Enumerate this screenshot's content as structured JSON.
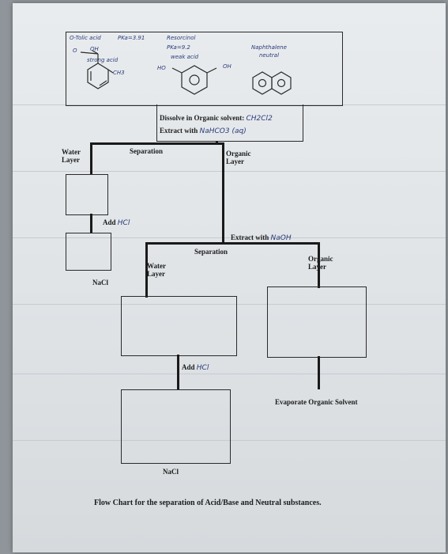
{
  "compounds": {
    "acid1_name": "O-Tolic acid",
    "acid1_pka": "PKa=3.91",
    "acid1_note": "strong acid",
    "acid1_oh": "OH",
    "acid1_o": "O",
    "acid1_ch3": "CH3",
    "acid2_name": "Resorcinol",
    "acid2_pka": "PKa=9.2",
    "acid2_note": "weak acid",
    "acid2_ho": "HO",
    "acid2_oh": "OH",
    "neutral_name": "Naphthalene",
    "neutral_note": "neutral"
  },
  "flow": {
    "dissolve_label": "Dissolve in Organic solvent:",
    "dissolve_solvent": "CH2Cl2",
    "extract1_label": "Extract with",
    "extract1_reagent": "NaHCO3 (aq)",
    "separation1": "Separation",
    "water_layer1": "Water Layer",
    "organic_layer1": "Organic Layer",
    "add1_label": "Add",
    "add1_reagent": "HCl",
    "nacl1": "NaCl",
    "extract2_label": "Extract with",
    "extract2_reagent": "NaOH",
    "separation2": "Separation",
    "water_layer2": "Water Layer",
    "organic_layer2": "Organic Layer",
    "add2_label": "Add",
    "add2_reagent": "HCl",
    "nacl2": "NaCl",
    "evaporate": "Evaporate Organic Solvent"
  },
  "caption": "Flow Chart for the separation of Acid/Base and Neutral substances."
}
